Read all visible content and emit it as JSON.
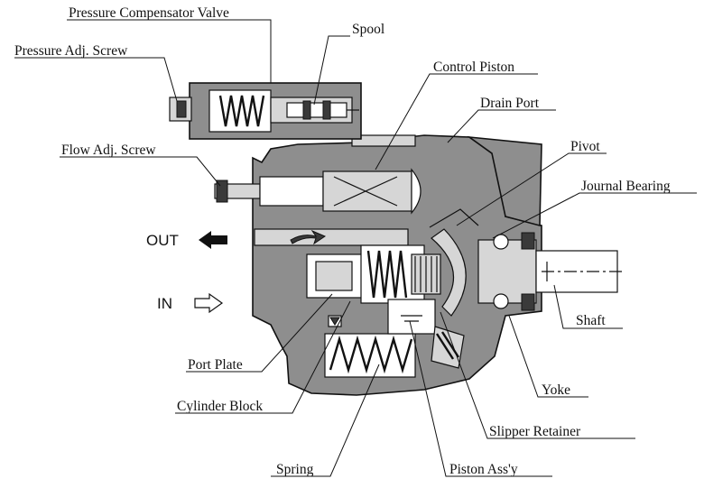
{
  "labels": {
    "pressure_compensator_valve": "Pressure Compensator Valve",
    "spool": "Spool",
    "pressure_adj_screw": "Pressure Adj. Screw",
    "control_piston": "Control Piston",
    "drain_port": "Drain Port",
    "flow_adj_screw": "Flow Adj. Screw",
    "pivot": "Pivot",
    "journal_bearing": "Journal Bearing",
    "out": "OUT",
    "in": "IN",
    "shaft": "Shaft",
    "port_plate": "Port Plate",
    "yoke": "Yoke",
    "cylinder_block": "Cylinder Block",
    "slipper_retainer": "Slipper Retainer",
    "spring": "Spring",
    "piston_assy": "Piston Ass'y"
  }
}
